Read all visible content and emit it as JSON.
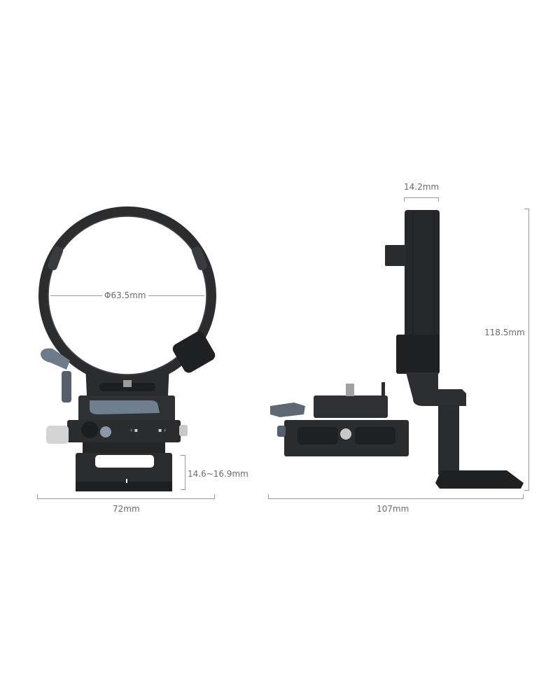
{
  "dimensions": {
    "lens_diameter": "Φ63.5mm",
    "front_width": "72mm",
    "height_adjust": "14.6~16.9mm",
    "ring_thickness": "14.2mm",
    "total_height": "118.5mm",
    "side_length": "107mm"
  },
  "colors": {
    "body": "#2b2c2e",
    "body_light": "#3b3c3f",
    "accent_blue": "#7d8fa3",
    "dim_line": "#9a9a9a",
    "dim_text": "#6b6b6b"
  }
}
